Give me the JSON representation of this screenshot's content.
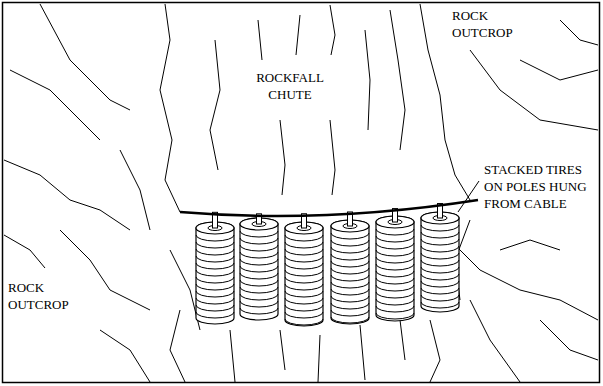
{
  "diagram": {
    "labels": [
      "ROCK OUTCROP",
      "ROCKFALL CHUTE",
      "STACKED TIRES ON POLES HUNG FROM CABLE",
      "ROCK OUTCROP"
    ]
  }
}
